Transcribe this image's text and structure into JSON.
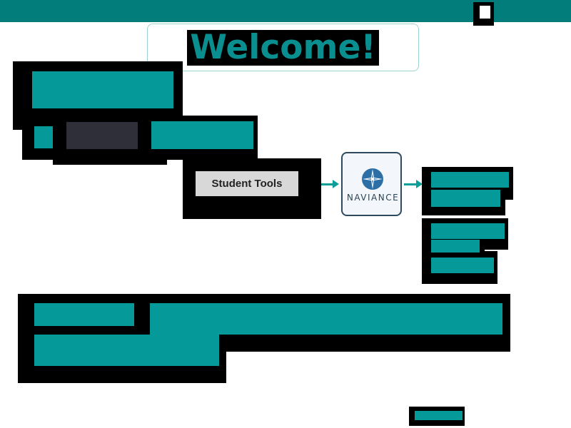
{
  "header": {
    "menu_icon": "menu-icon"
  },
  "welcome": {
    "title": "Welcome!"
  },
  "flow": {
    "student_tools_label": "Student Tools",
    "naviance_logo_icon": "compass-star-icon",
    "naviance_label": "NAVIANCE"
  },
  "colors": {
    "header_teal": "#037c7c",
    "block_teal": "#05999a",
    "dark_block": "#2e2f38",
    "arrow_teal": "#0d9e9a"
  }
}
